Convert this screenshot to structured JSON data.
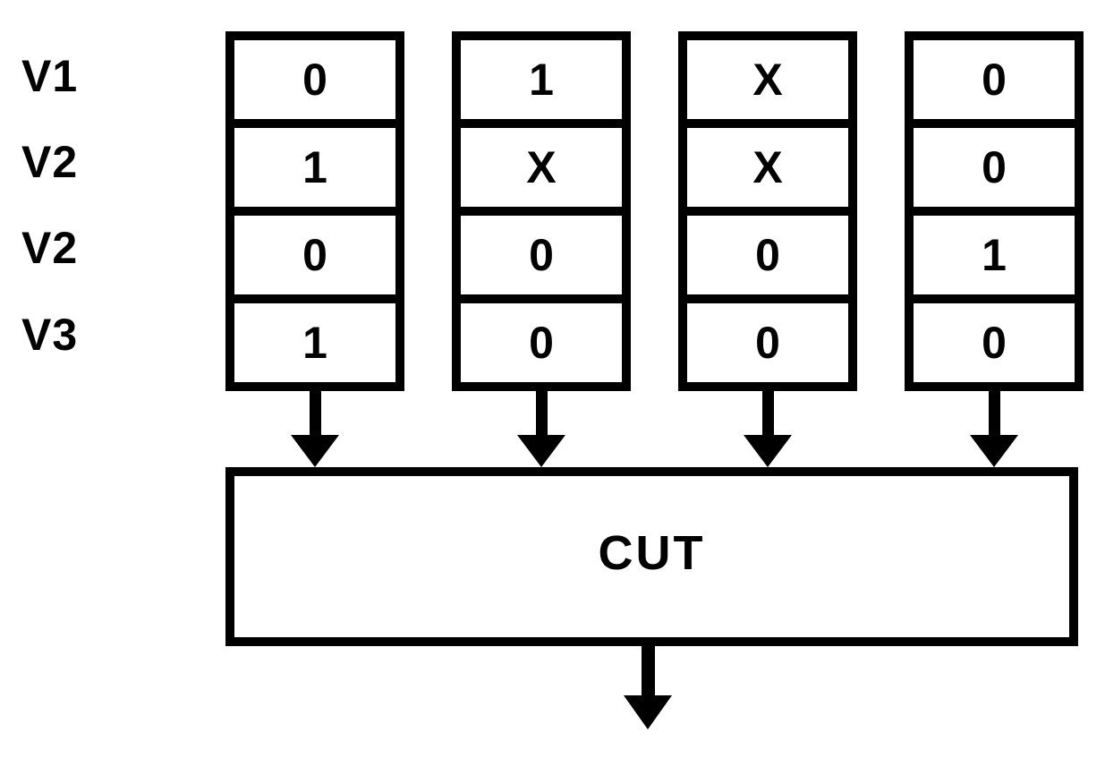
{
  "diagram": {
    "row_labels": [
      "V1",
      "V2",
      "V2",
      "V3"
    ],
    "columns": [
      {
        "cells": [
          "0",
          "1",
          "0",
          "1"
        ]
      },
      {
        "cells": [
          "1",
          "X",
          "0",
          "0"
        ]
      },
      {
        "cells": [
          "X",
          "X",
          "0",
          "0"
        ]
      },
      {
        "cells": [
          "0",
          "0",
          "1",
          "0"
        ]
      }
    ],
    "cut_box": {
      "label": "CUT"
    },
    "icons": {
      "column_output_arrow": "down-arrow-icon",
      "cut_output_arrow": "down-arrow-icon"
    },
    "colors": {
      "stroke": "#000000",
      "text": "#000000",
      "background": "#ffffff"
    }
  }
}
